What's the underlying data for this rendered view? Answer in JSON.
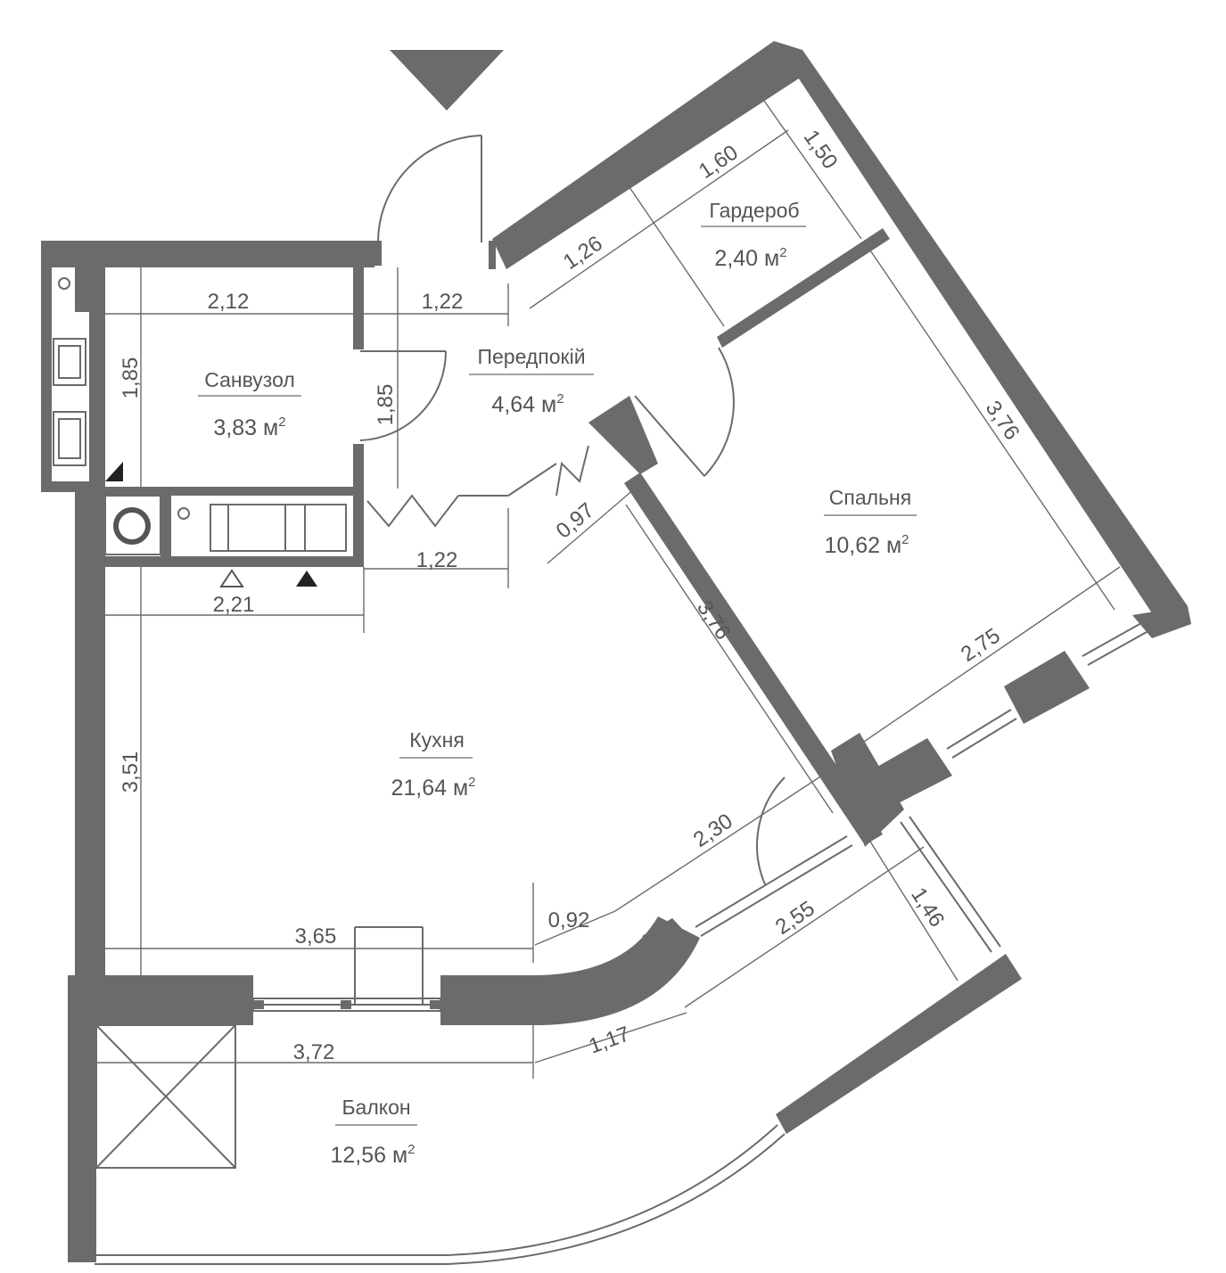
{
  "rooms": {
    "bathroom": {
      "name": "Санвузол",
      "area": "3,83",
      "unit": "м",
      "sup": "2"
    },
    "hallway": {
      "name": "Передпокій",
      "area": "4,64",
      "unit": "м",
      "sup": "2"
    },
    "wardrobe": {
      "name": "Гардероб",
      "area": "2,40",
      "unit": "м",
      "sup": "2"
    },
    "bedroom": {
      "name": "Спальня",
      "area": "10,62",
      "unit": "м",
      "sup": "2"
    },
    "kitchen": {
      "name": "Кухня",
      "area": "21,64",
      "unit": "м",
      "sup": "2"
    },
    "balcony": {
      "name": "Балкон",
      "area": "12,56",
      "unit": "м",
      "sup": "2"
    }
  },
  "dimensions": {
    "bath_width": "2,12",
    "bath_height": "1,85",
    "hall_width_top": "1,22",
    "hall_height": "1,85",
    "hall_width_bottom": "1,22",
    "hall_diag": "1,26",
    "wardrobe_width": "1,60",
    "wardrobe_depth": "1,50",
    "bedroom_length": "3,76",
    "bedroom_width": "2,75",
    "hall_door": "0,97",
    "kitchen_diag": "3,76",
    "kitchen_top_width": "2,21",
    "kitchen_height": "3,51",
    "kitchen_bottom": "3,65",
    "kitchen_curve": "0,92",
    "kitchen_window": "2,30",
    "balcony_bottom": "2,55",
    "balcony_depth": "1,46",
    "balcony_length": "3,72",
    "balcony_curve": "1,17"
  }
}
